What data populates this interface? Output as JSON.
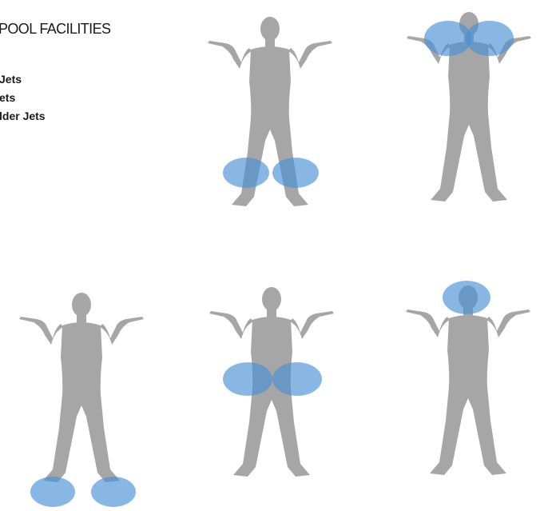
{
  "title": "POOL FACILITIES",
  "jets": [
    "Jets",
    "ets",
    "lder Jets"
  ],
  "colors": {
    "silhouette": "#a6a6a6",
    "highlight": "#4a90d6",
    "text": "#1a1a1a"
  },
  "figures": [
    {
      "id": "figure-knee-jets",
      "highlighted_region": "knees"
    },
    {
      "id": "figure-shoulder-jets",
      "highlighted_region": "shoulders"
    },
    {
      "id": "figure-foot-jets",
      "highlighted_region": "feet"
    },
    {
      "id": "figure-hip-jets",
      "highlighted_region": "hips"
    },
    {
      "id": "figure-neck-jets",
      "highlighted_region": "neck"
    }
  ]
}
